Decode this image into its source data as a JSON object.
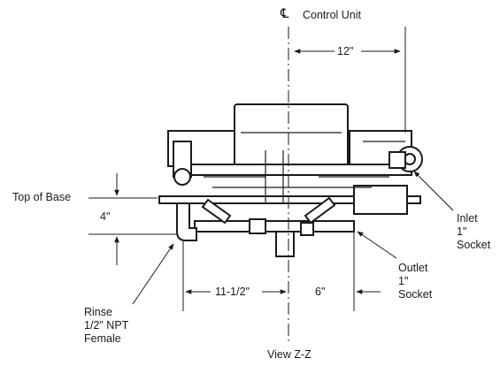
{
  "diagram": {
    "centerline_symbol": "℄",
    "control_unit_label": "Control Unit",
    "top_of_base_label": "Top of Base",
    "view_label": "View Z-Z",
    "dimensions": {
      "top_width": "12\"",
      "base_height": "4\"",
      "left_offset": "11-1/2\"",
      "right_offset": "6\""
    },
    "callouts": {
      "inlet": [
        "Inlet",
        "1\"",
        "Socket"
      ],
      "outlet": [
        "Outlet",
        "1\"",
        "Socket"
      ],
      "rinse": [
        "Rinse",
        "1/2\" NPT",
        "Female"
      ]
    }
  }
}
